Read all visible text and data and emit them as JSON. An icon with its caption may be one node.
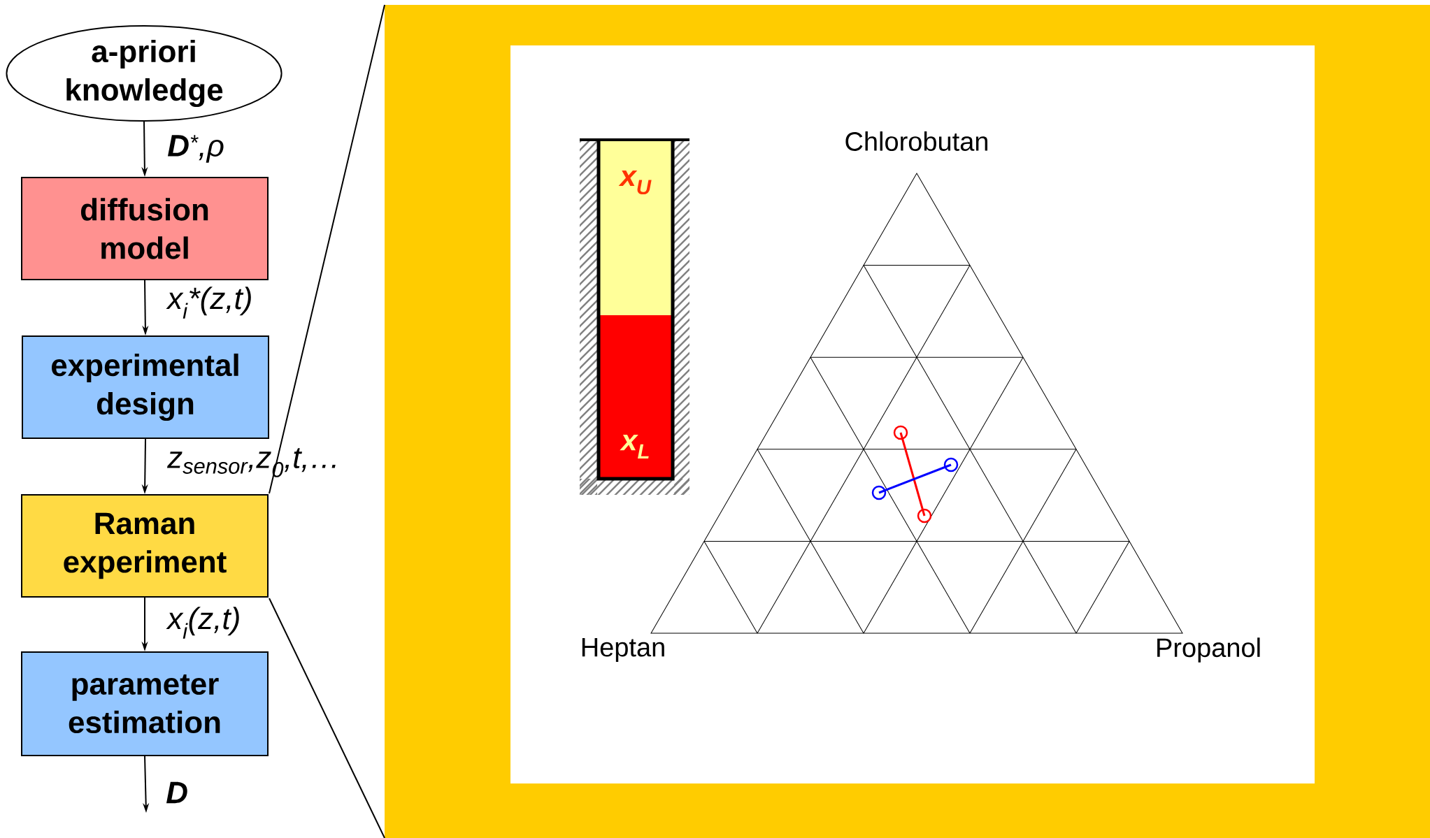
{
  "diagram": {
    "nodes": [
      {
        "text": [
          "a-priori knowledge"
        ]
      },
      {
        "text": [
          "diffusion model"
        ]
      },
      {
        "text": [
          "experimental design"
        ]
      },
      {
        "text": [
          "Raman experiment"
        ]
      },
      {
        "text": [
          "parameter estimation"
        ]
      },
      {
        "text": [
          "x$_{U}$"
        ]
      },
      {
        "text": [
          "x$_{L}$"
        ]
      }
    ],
    "edges": [
      {
        "from": 0,
        "to": 1,
        "arrow": "to",
        "label": "**D**$^{*}$,ρ"
      },
      {
        "from": 1,
        "to": 2,
        "arrow": "to",
        "label": "x$_{i}$*(z,t)"
      },
      {
        "from": 2,
        "to": 3,
        "arrow": "to",
        "label": "z$_{sensor}$,z$_{0}$,t,…"
      },
      {
        "from": 3,
        "to": 4,
        "arrow": "to",
        "label": "x$_{i}$(z,t)"
      },
      {
        "from": 4,
        "to": null,
        "arrow": "to",
        "label": "**D**"
      }
    ],
    "labels": [
      "Chlorobutan",
      "Heptan",
      "Propanol"
    ]
  }
}
